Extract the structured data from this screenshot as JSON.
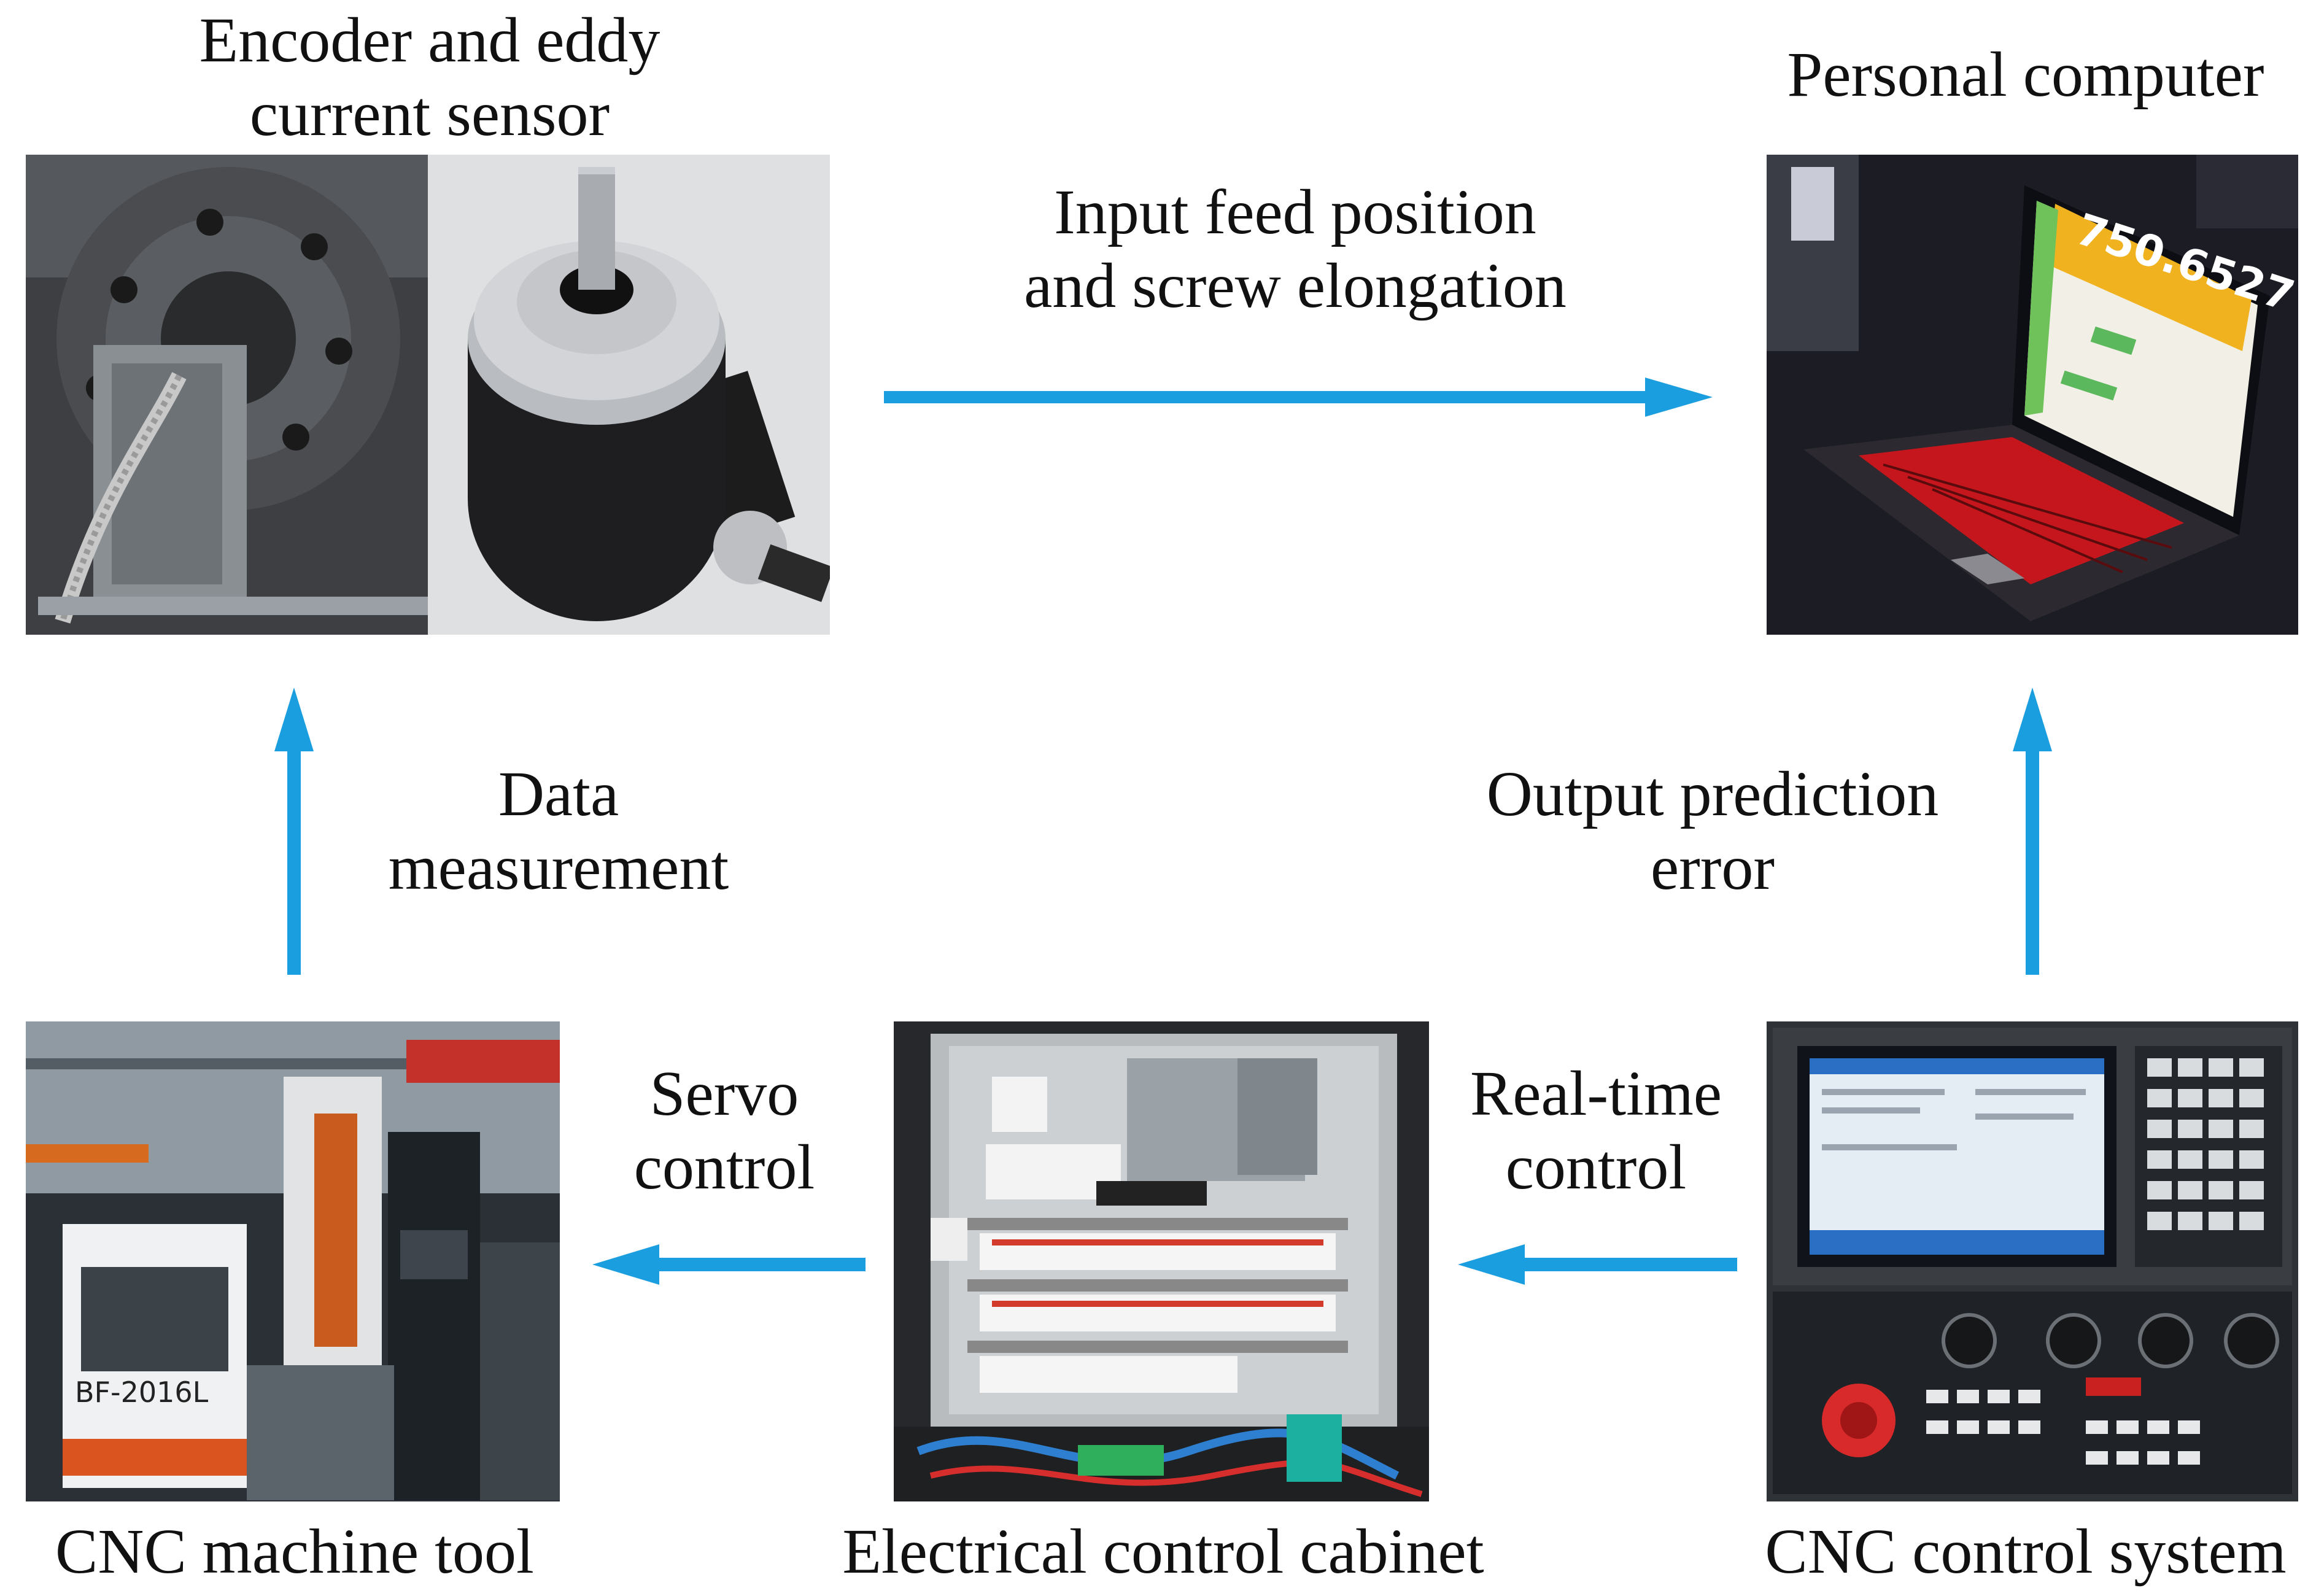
{
  "nodes": {
    "sensor": {
      "title_line1": "Encoder and eddy",
      "title_line2": "current sensor"
    },
    "pc": {
      "title": "Personal computer",
      "screen_reading": "750.6527"
    },
    "machine": {
      "title": "CNC machine tool",
      "model_label": "BF-2016L"
    },
    "cabinet": {
      "title": "Electrical control cabinet"
    },
    "control_system": {
      "title": "CNC control system"
    }
  },
  "edges": {
    "sensor_to_pc": {
      "line1": "Input feed position",
      "line2": "and screw elongation"
    },
    "machine_to_sensor": {
      "line1": "Data",
      "line2": "measurement"
    },
    "control_to_pc": {
      "line1": "Output prediction",
      "line2": "error"
    },
    "cabinet_to_machine": {
      "line1": "Servo",
      "line2": "control"
    },
    "control_to_cabinet": {
      "line1": "Real-time",
      "line2": "control"
    }
  },
  "colors": {
    "arrow": "#1a9ee0"
  }
}
